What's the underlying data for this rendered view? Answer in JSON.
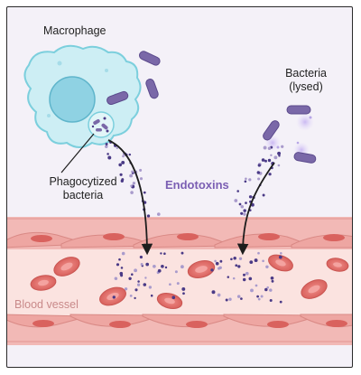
{
  "labels": {
    "macrophage": "Macrophage",
    "phagocytized_line1": "Phagocytized",
    "phagocytized_line2": "bacteria",
    "bacteria_line1": "Bacteria",
    "bacteria_line2": "(lysed)",
    "endotoxins": "Endotoxins",
    "blood_vessel": "Blood vessel"
  },
  "colors": {
    "background": "#f4f1f8",
    "macrophage_fill": "#cdeef4",
    "macrophage_stroke": "#7ccfdd",
    "nucleus": "#8fd2e3",
    "bacteria": "#7a68a8",
    "endotoxin_dark": "#4a3a86",
    "endotoxin_light": "#a99bcc",
    "vessel_wall": "#f2b9b6",
    "vessel_lumen": "#fbe3e0",
    "red_cell": "#ec7f7b",
    "label_accent": "#7b5fb3",
    "vessel_label": "#c98a8a"
  },
  "icons": [
    "macrophage-cell",
    "bacterium-rod",
    "endotoxin-dot",
    "red-blood-cell",
    "arrow-down"
  ]
}
